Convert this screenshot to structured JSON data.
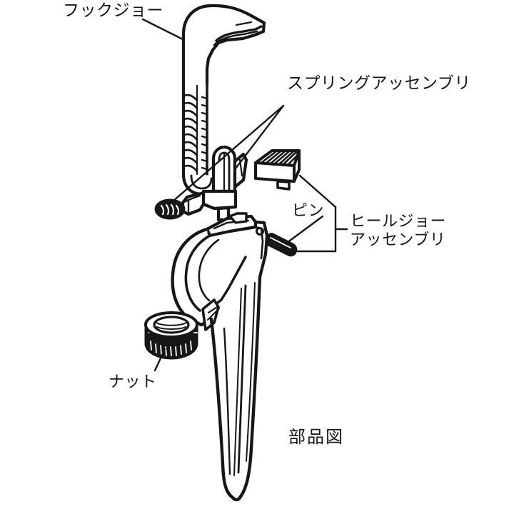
{
  "diagram": {
    "title": "部品図",
    "subject": "pipe-wrench-exploded-parts-diagram",
    "background_color": "#ffffff",
    "line_color": "#17171a",
    "labels": {
      "hook_jaw": "フックジョー",
      "spring_assembly": "スプリングアッセンブリ",
      "pin": "ピン",
      "heel_jaw_assembly_line1": "ヒールジョー",
      "heel_jaw_assembly_line2": "アッセンブリ",
      "nut": "ナット",
      "caption": "部品図"
    },
    "parts": [
      {
        "id": "hook-jaw",
        "label": "フックジョー",
        "leader": true
      },
      {
        "id": "spring-assembly",
        "label": "スプリングアッセンブリ",
        "leader": true
      },
      {
        "id": "pin",
        "label": "ピン",
        "leader": true
      },
      {
        "id": "heel-jaw",
        "label": "ヒールジョーアッセンブリ",
        "leader": true
      },
      {
        "id": "nut",
        "label": "ナット",
        "leader": true
      },
      {
        "id": "wrench-body",
        "label": "",
        "leader": false
      }
    ]
  }
}
